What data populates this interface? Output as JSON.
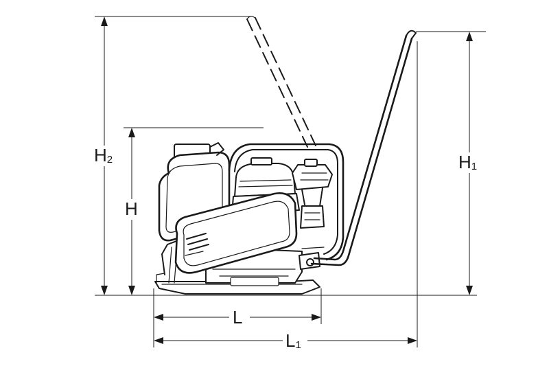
{
  "diagram": {
    "dimensions": {
      "H": {
        "main": "H",
        "sub": ""
      },
      "H1": {
        "main": "H",
        "sub": "1"
      },
      "H2": {
        "main": "H",
        "sub": "2"
      },
      "L": {
        "main": "L",
        "sub": ""
      },
      "L1": {
        "main": "L",
        "sub": "1"
      }
    },
    "colors": {
      "line": "#1a1a1a",
      "background": "#ffffff"
    }
  }
}
